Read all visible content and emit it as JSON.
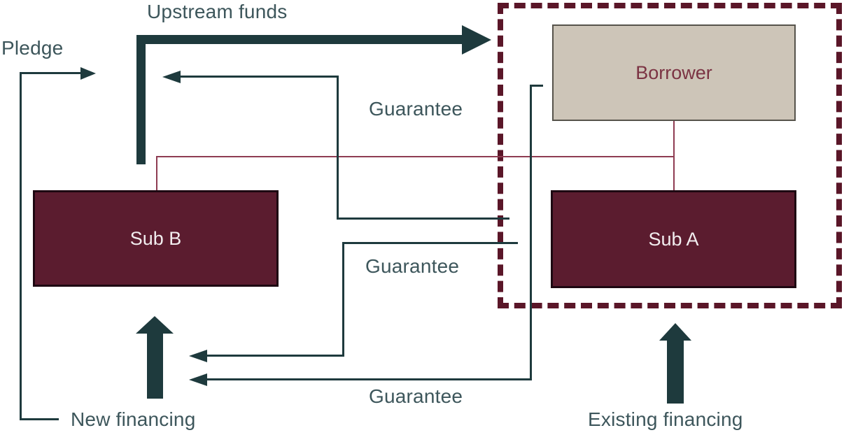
{
  "diagram": {
    "title_labels": {
      "upstream_funds": "Upstream funds",
      "pledge": "Pledge",
      "guarantee_top": "Guarantee",
      "guarantee_middle": "Guarantee",
      "guarantee_bottom": "Guarantee",
      "new_financing": "New financing",
      "existing_financing": "Existing financing"
    },
    "boxes": {
      "borrower": {
        "label": "Borrower"
      },
      "sub_a": {
        "label": "Sub A"
      },
      "sub_b": {
        "label": "Sub B"
      }
    },
    "colors": {
      "line_teal": "#1e3a3d",
      "label_text": "#3d565b",
      "sub_box_fill": "#5b1c2f",
      "sub_box_border": "#1e0812",
      "sub_box_text": "#f2edef",
      "borrower_fill": "#cdc5b8",
      "borrower_border": "#56534b",
      "borrower_text": "#7b3343",
      "ownership_line_red": "#8e3c52",
      "group_dashed_border": "#5a1628",
      "background": "#ffffff"
    }
  }
}
